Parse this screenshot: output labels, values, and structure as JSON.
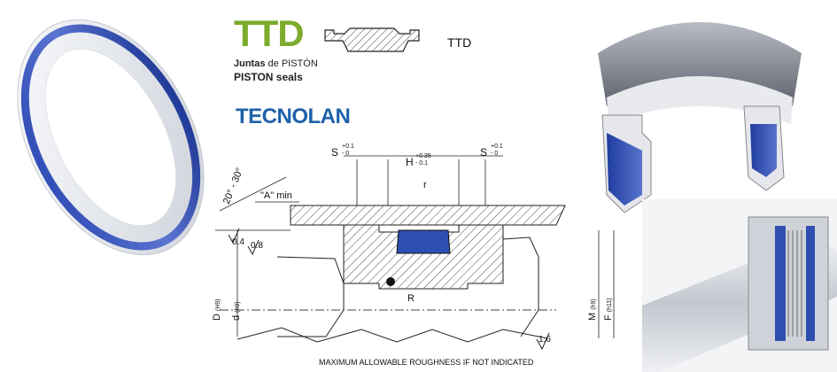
{
  "brand": {
    "product_code": "TTD",
    "subtitle_es_bold": "Juntas",
    "subtitle_es_rest": " de PISTÓN",
    "subtitle_en": "PISTON seals",
    "company_logo": "TECNOLAN",
    "section_ttd": "TTD"
  },
  "drawing": {
    "angle_label": "20° - 30°",
    "a_min_label": "\"A\" min",
    "s_left": "S",
    "s_left_tol_up": "+0.1",
    "s_left_tol_dn": "- 0",
    "h_label": "H",
    "h_tol_up": "+0.35",
    "h_tol_dn": "- 0.1",
    "s_right": "S",
    "s_right_tol_up": "+0.1",
    "s_right_tol_dn": "- 0",
    "r_small": "r",
    "r_big": "R",
    "roughness_04": "0.4",
    "roughness_08": "0.8",
    "roughness_16": "1.6",
    "dim_D": "D",
    "dim_D_tol": "(H9)",
    "dim_d": "d",
    "dim_d_tol": "(h9)",
    "dim_M": "M",
    "dim_M_tol": "(h9)",
    "dim_F": "F",
    "dim_F_tol": "(h11)",
    "footnote": "MAXIMUM ALLOWABLE ROUGHNESS IF NOT INDICATED"
  },
  "colors": {
    "brand_green": "#7cab2d",
    "brand_blue": "#1d62a8",
    "seal_blue": "#2f4fb0",
    "seal_white": "#eef0f4"
  },
  "icons": [
    "ring-seal-photo",
    "cutaway-seal-render",
    "cylinder-assembly-render"
  ]
}
